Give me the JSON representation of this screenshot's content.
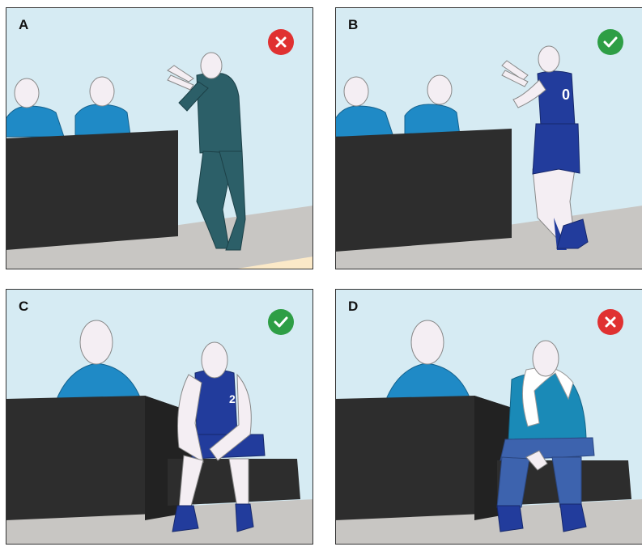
{
  "colors": {
    "wall": "#d6ebf3",
    "floor": "#c8c6c3",
    "court_line": "#fbe9c8",
    "table": "#2d2d2d",
    "official_shirt": "#1f8ac6",
    "skin": "#f4eef3",
    "player_uniform": "#223c9c",
    "coach_suit": "#2c5f68",
    "sub_warmup": "#1a8ab7",
    "sub_pants": "#3d63ae",
    "towel": "#ffffff",
    "correct": "#2e9e45",
    "incorrect": "#e03131",
    "border": "#333333"
  },
  "panels": [
    {
      "label": "A",
      "verdict_icon": "cross-icon",
      "verdict": "incorrect"
    },
    {
      "label": "B",
      "verdict_icon": "check-icon",
      "verdict": "correct",
      "jersey_number": "0"
    },
    {
      "label": "C",
      "verdict_icon": "check-icon",
      "verdict": "correct",
      "jersey_number": "2"
    },
    {
      "label": "D",
      "verdict_icon": "cross-icon",
      "verdict": "incorrect"
    }
  ]
}
